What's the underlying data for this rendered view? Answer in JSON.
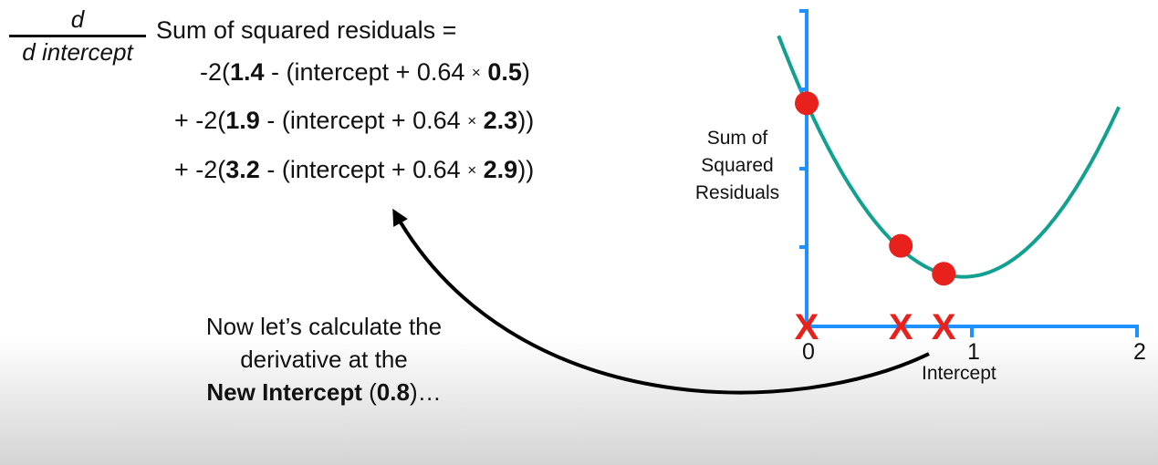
{
  "equation": {
    "fraction_numerator": "d",
    "fraction_denominator": "d intercept",
    "head": "Sum of squared residuals =",
    "terms": [
      {
        "prefix": "-2(",
        "observed": "1.4",
        "mid": " - (intercept + 0.64 ",
        "times": "×",
        "x": "0.5",
        "suffix": ")"
      },
      {
        "prefix": "+ -2(",
        "observed": "1.9",
        "mid": " - (intercept + 0.64 ",
        "times": "×",
        "x": "2.3",
        "suffix": "))"
      },
      {
        "prefix": "+ -2(",
        "observed": "3.2",
        "mid": " - (intercept + 0.64 ",
        "times": "×",
        "x": "2.9",
        "suffix": "))"
      }
    ]
  },
  "annotation": {
    "line1": "Now let’s calculate the",
    "line2": "derivative at the",
    "bold_label": "New Intercept",
    "open": " (",
    "value": "0.8",
    "close": ")…"
  },
  "chart": {
    "y_label": "Sum of Squared Residuals",
    "x_label": "Intercept",
    "x_ticks": [
      "0",
      "1",
      "2"
    ],
    "x_range": [
      0,
      2
    ],
    "curve_vertex": {
      "intercept": 0.95,
      "ssr": 3.1
    },
    "curve_coeff": 3.1,
    "points": [
      {
        "intercept": 0,
        "ssr": 5.9
      },
      {
        "intercept": 0.57,
        "ssr": 3.6
      },
      {
        "intercept": 0.83,
        "ssr": 3.15
      }
    ],
    "x_markers": [
      0,
      0.57,
      0.83
    ],
    "colors": {
      "axis": "#1e90ff",
      "curve": "#12a090",
      "point": "#e8211d",
      "marker": "#e8211d",
      "arrow": "#000000"
    }
  }
}
